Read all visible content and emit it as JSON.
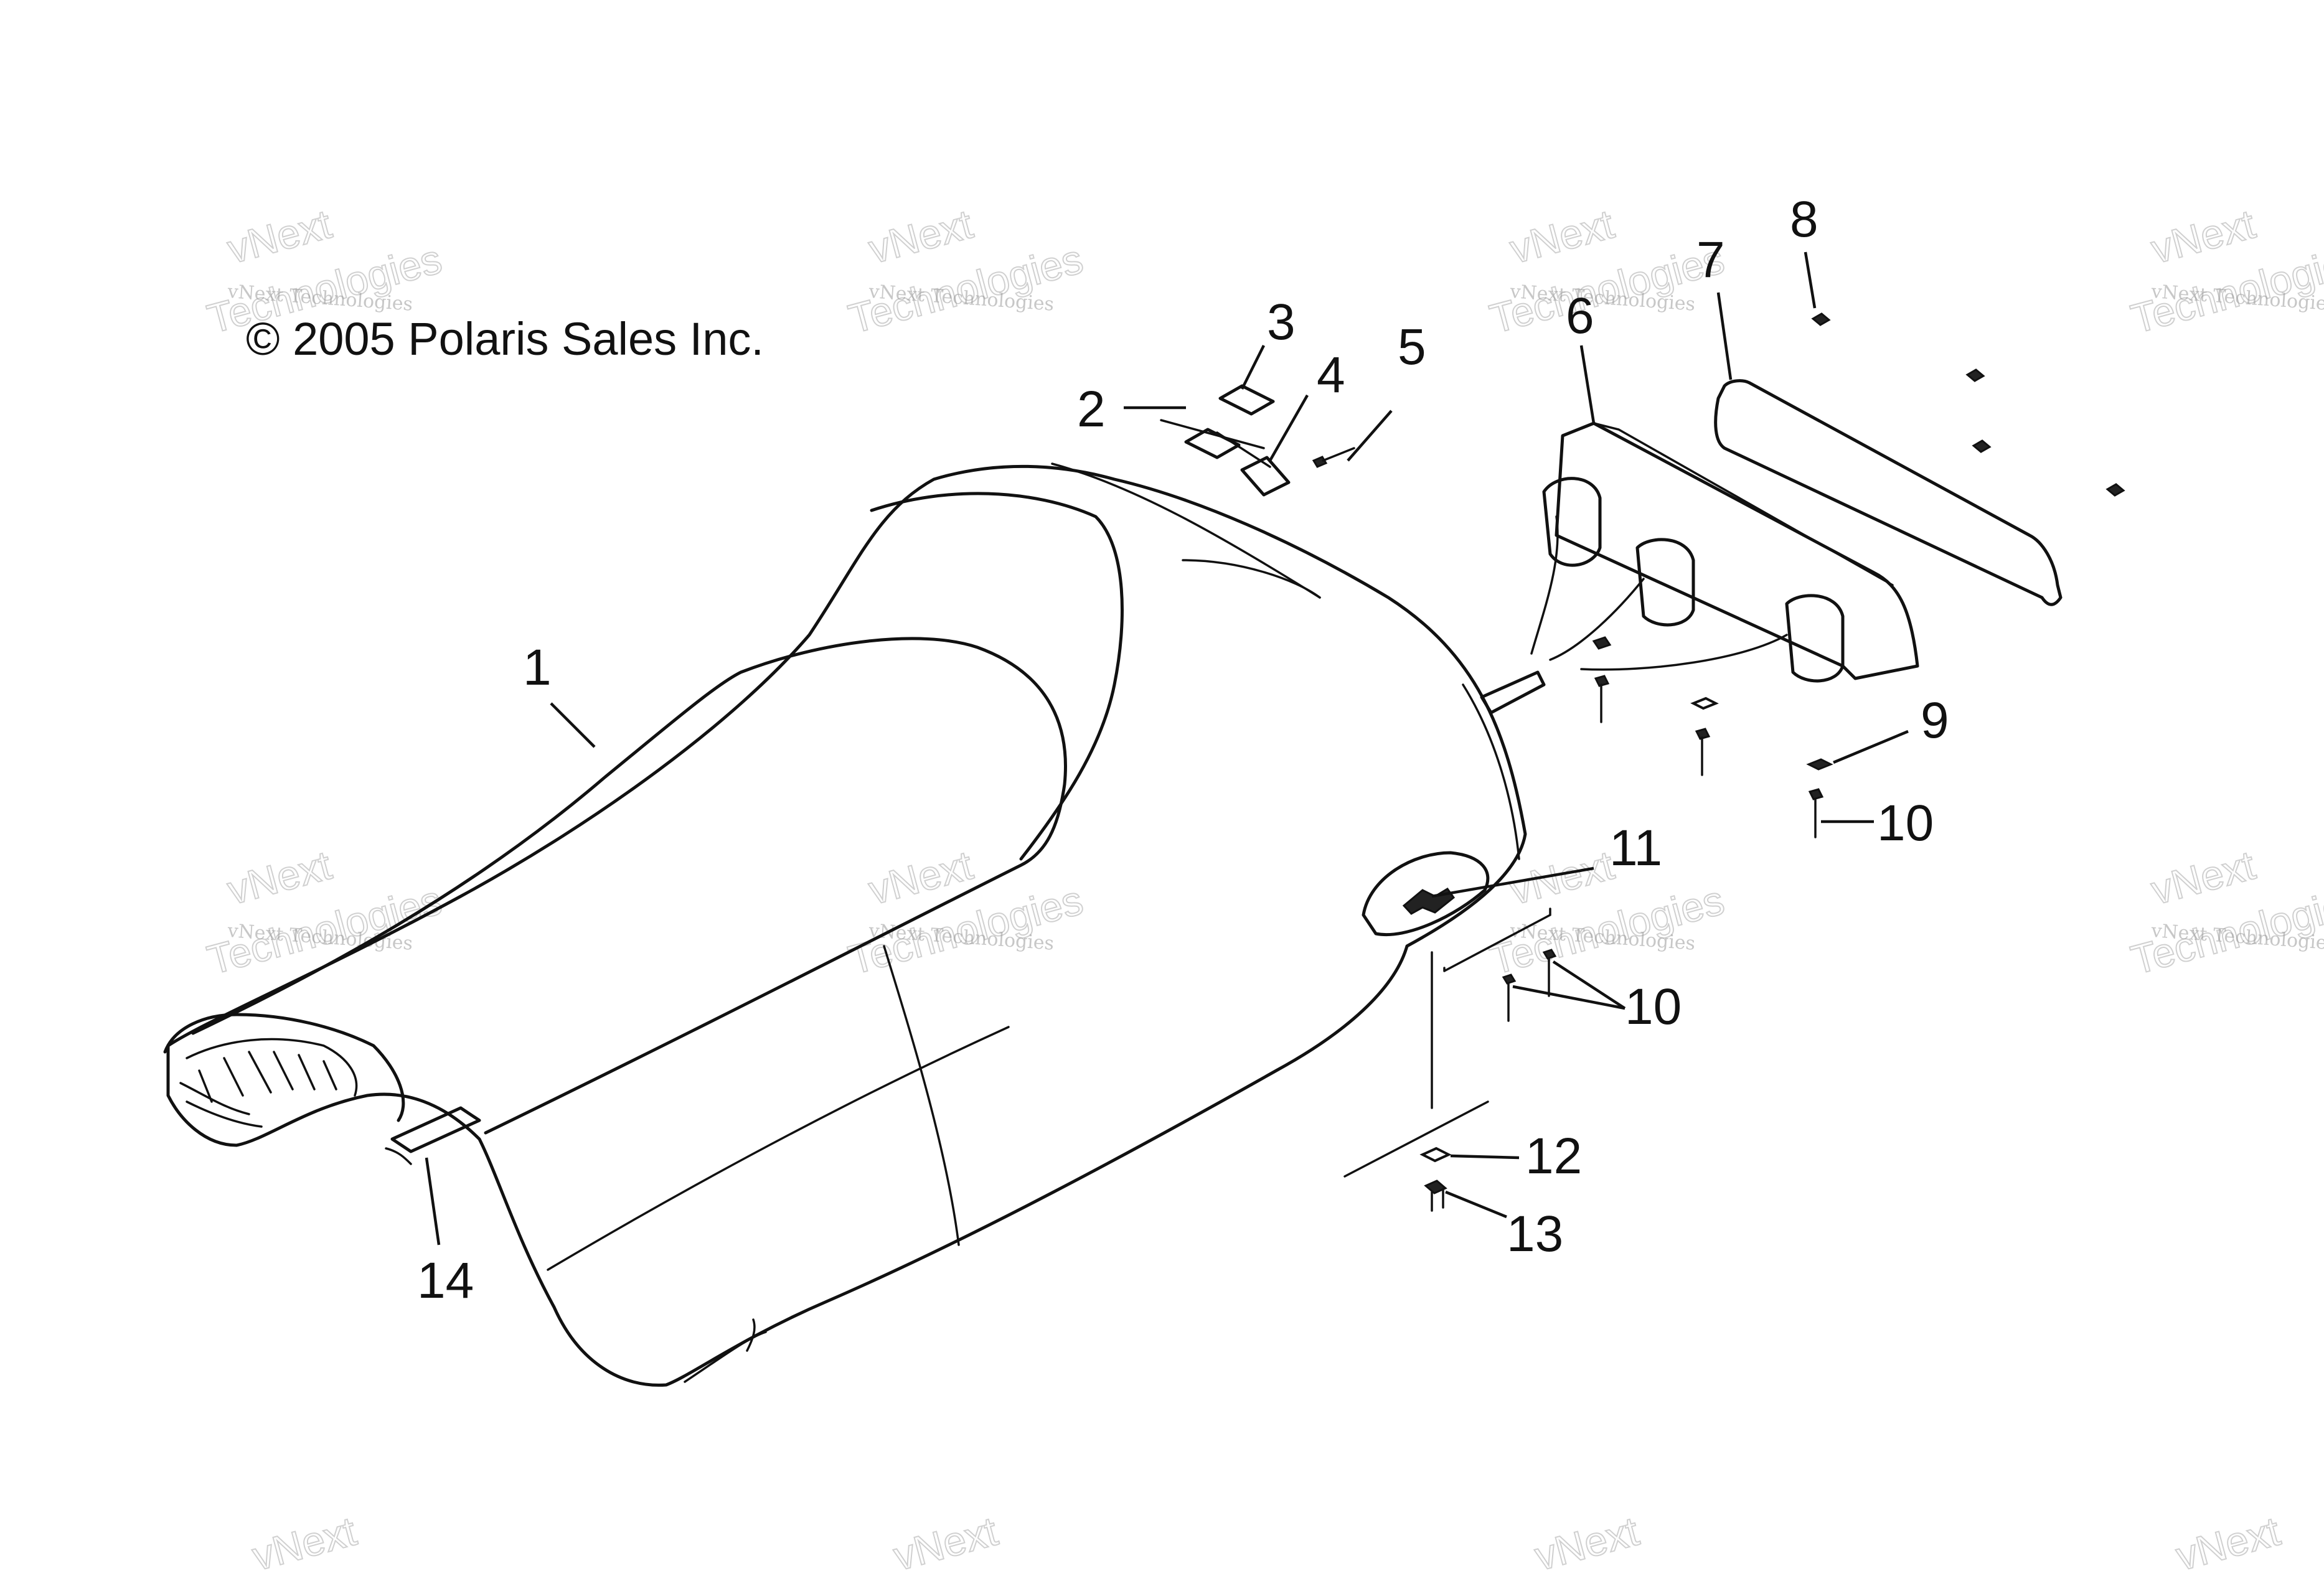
{
  "copyright": "© 2005 Polaris Sales Inc.",
  "watermark": {
    "line1": "vNext Technologies",
    "line2": "Technologies",
    "brand": "vNext"
  },
  "callouts": [
    "1",
    "2",
    "3",
    "4",
    "5",
    "6",
    "7",
    "8",
    "9",
    "10",
    "10",
    "11",
    "12",
    "13",
    "14"
  ]
}
